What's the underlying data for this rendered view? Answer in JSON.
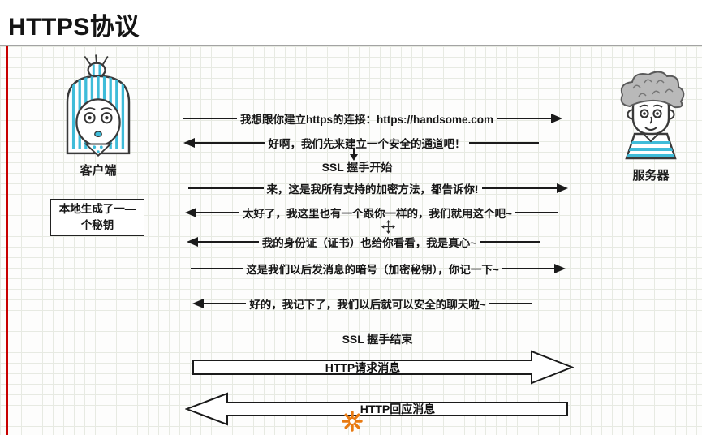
{
  "page": {
    "title": "HTTPS协议"
  },
  "actors": {
    "client_label": "客户端",
    "server_label": "服务器"
  },
  "messages": [
    {
      "direction": "right",
      "text": "我想跟你建立https的连接：https://handsome.com"
    },
    {
      "direction": "left",
      "text": "好啊，我们先来建立一个安全的通道吧！"
    },
    {
      "direction": "right",
      "text": "来，这是我所有支持的加密方法，都告诉你!"
    },
    {
      "direction": "left",
      "text": "太好了，我这里也有一个跟你一样的，我们就用这个吧~"
    },
    {
      "direction": "left",
      "text": "我的身份证（证书）也给你看看，我是真心~"
    },
    {
      "direction": "right",
      "text": "这是我们以后发消息的暗号（加密秘钥），你记一下~"
    },
    {
      "direction": "left",
      "text": "好的，我记下了，我们以后就可以安全的聊天啦~"
    }
  ],
  "phases": {
    "ssl_start": "SSL 握手开始",
    "ssl_end": "SSL 握手结束"
  },
  "note": {
    "line1": "本地生成了一—",
    "line2": "个秘钥"
  },
  "http_flow": {
    "request": "HTTP请求消息",
    "response": "HTTP回应消息"
  },
  "colors": {
    "accent_red": "#c80000",
    "stripe_blue": "#3fbcd9",
    "logo_orange": "#e87a12",
    "line_black": "#1b1b1b"
  }
}
